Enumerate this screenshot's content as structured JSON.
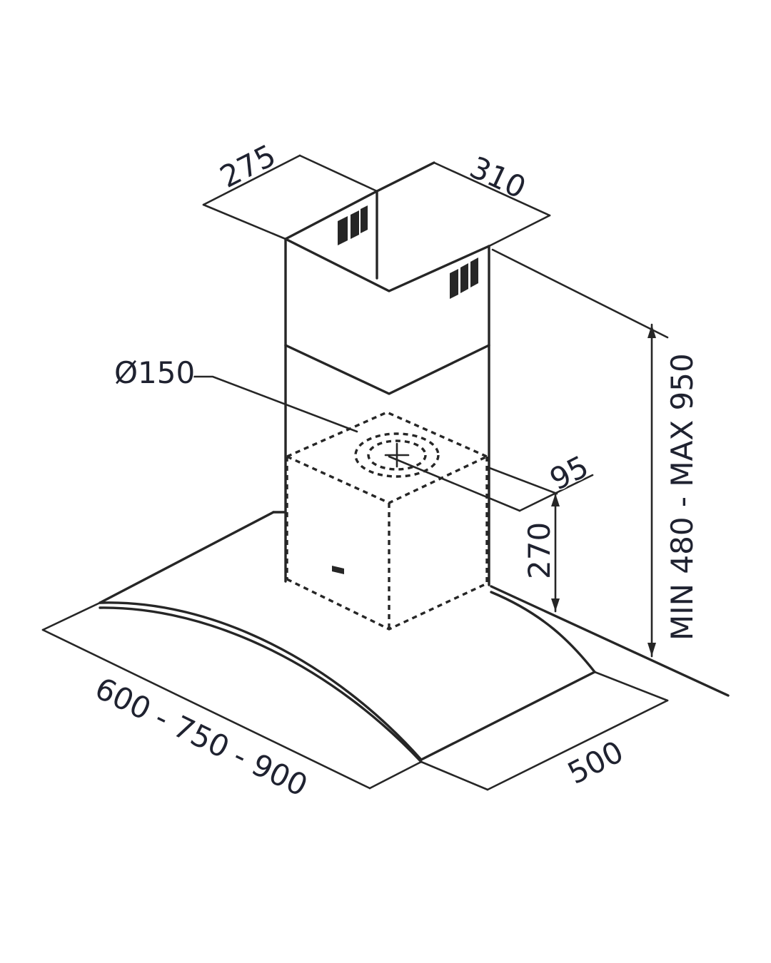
{
  "diagram": {
    "dimensions": {
      "chimney_depth": "275",
      "chimney_width": "310",
      "outlet_diameter": "Ø150",
      "outlet_offset": "95",
      "motor_height": "270",
      "height_range": "MIN 480 - MAX 950",
      "hood_width": "600 - 750 - 900",
      "hood_depth": "500"
    },
    "colors": {
      "line": "#262626",
      "text": "#1f2230",
      "background": "#ffffff"
    }
  }
}
